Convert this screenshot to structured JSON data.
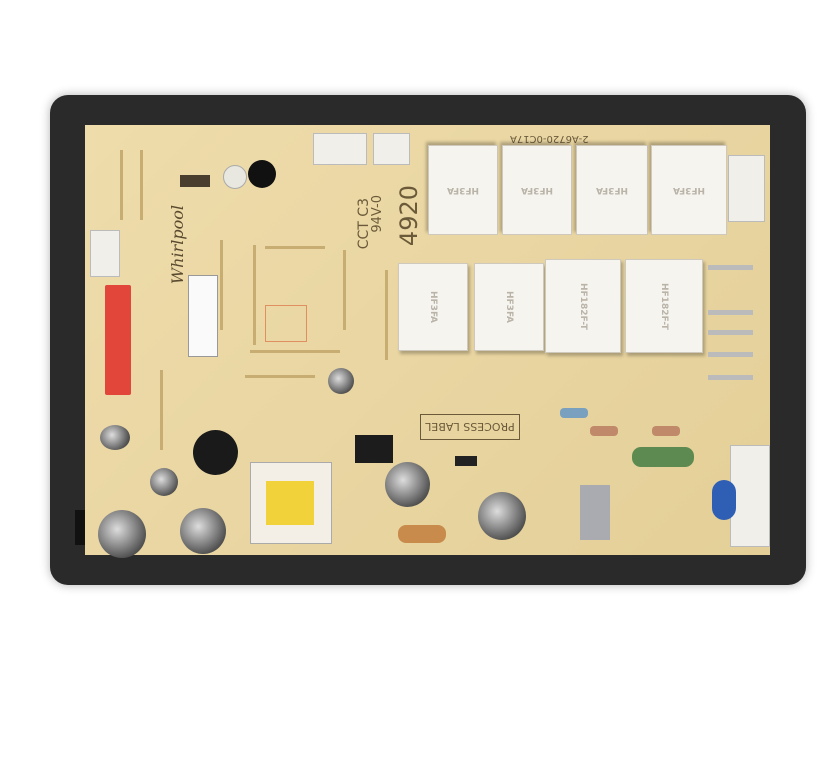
{
  "brand": "Whirlpool",
  "board": {
    "cct_label": "CCT C3",
    "rating_label": "94V-0",
    "board_number": "4920",
    "part_code": "2-A6720-0C17A",
    "process_label": "PROCESS LABEL"
  },
  "relays_top": [
    "HF3FA",
    "HF3FA",
    "HF3FA",
    "HF3FA"
  ],
  "relays_bottom": [
    "HF3FA",
    "HF3FA",
    "HF182F-T",
    "HF182F-T"
  ],
  "colors": {
    "pcb": "#e9d6a4",
    "tray": "#2a2a2a",
    "connector": "#e2453a",
    "transformer": "#f1d23a"
  }
}
